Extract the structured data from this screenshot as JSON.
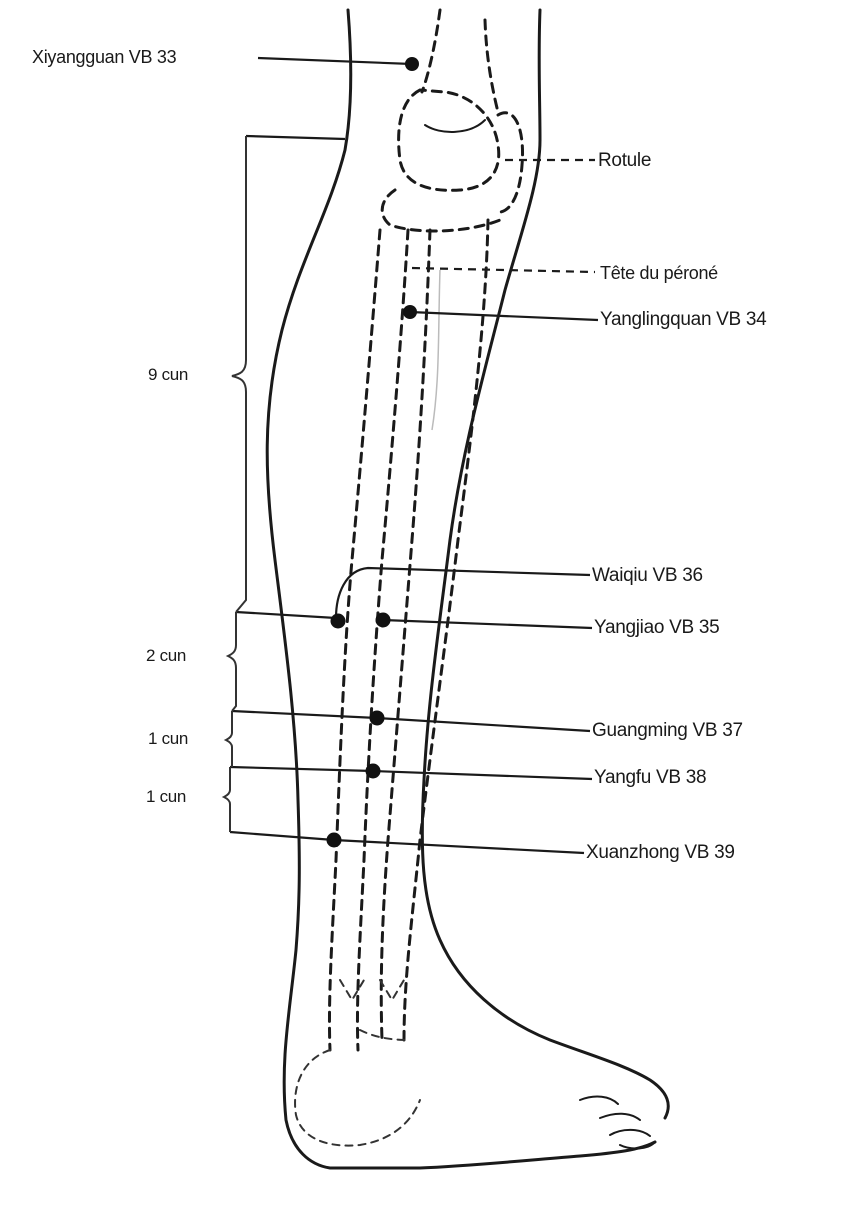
{
  "points": [
    {
      "id": "xiyangguan",
      "label": "Xiyangguan VB 33"
    },
    {
      "id": "yanglingquan",
      "label": "Yanglingquan VB 34"
    },
    {
      "id": "waiqiu",
      "label": "Waiqiu VB 36"
    },
    {
      "id": "yangjiao",
      "label": "Yangjiao VB 35"
    },
    {
      "id": "guangming",
      "label": "Guangming VB 37"
    },
    {
      "id": "yangfu",
      "label": "Yangfu VB 38"
    },
    {
      "id": "xuanzhong",
      "label": "Xuanzhong VB 39"
    }
  ],
  "structures": {
    "rotule": "Rotule",
    "tete_perone": "Tête du péroné"
  },
  "measurements": [
    {
      "id": "cun9",
      "label": "9 cun"
    },
    {
      "id": "cun2",
      "label": "2 cun"
    },
    {
      "id": "cun1a",
      "label": "1 cun"
    },
    {
      "id": "cun1b",
      "label": "1 cun"
    }
  ],
  "colors": {
    "ink": "#1a1a1a",
    "background": "#ffffff"
  }
}
